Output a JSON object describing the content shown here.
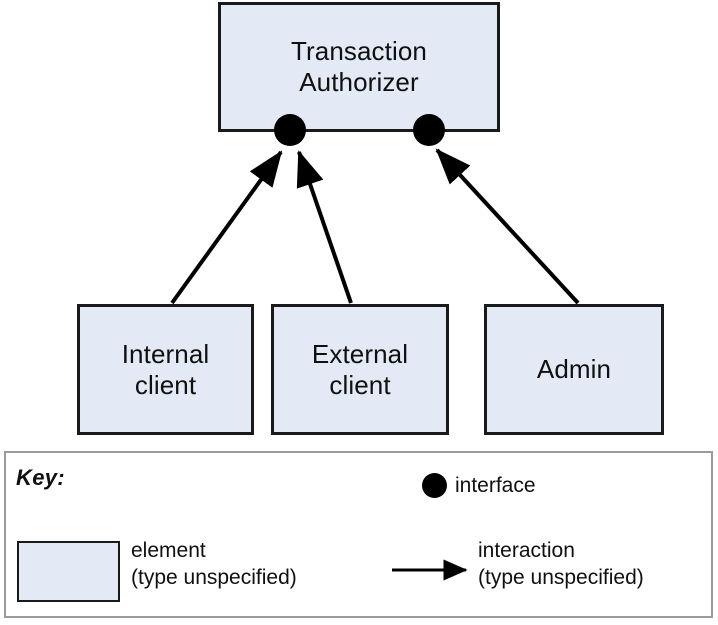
{
  "diagram": {
    "type": "component-and-connector-view",
    "nodes": [
      {
        "id": "authorizer",
        "label": "Transaction\nAuthorizer"
      },
      {
        "id": "internal-client",
        "label": "Internal\nclient"
      },
      {
        "id": "external-client",
        "label": "External\nclient"
      },
      {
        "id": "admin",
        "label": "Admin"
      }
    ],
    "interfaces": [
      {
        "id": "interface-left",
        "on": "authorizer"
      },
      {
        "id": "interface-right",
        "on": "authorizer"
      }
    ],
    "edges": [
      {
        "from": "internal-client",
        "to": "interface-left"
      },
      {
        "from": "external-client",
        "to": "interface-left"
      },
      {
        "from": "admin",
        "to": "interface-right"
      }
    ],
    "colors": {
      "element_fill": "#e3eaf5",
      "element_stroke": "#1a1a1a",
      "interface_fill": "#000000",
      "key_border": "#9a9a9a",
      "background": "#ffffff"
    }
  },
  "key": {
    "title": "Key:",
    "entries": [
      {
        "id": "element",
        "label": "element\n(type unspecified)",
        "glyph": "rectangle-swatch"
      },
      {
        "id": "interface",
        "label": "interface",
        "glyph": "filled-circle"
      },
      {
        "id": "interaction",
        "label": "interaction\n(type unspecified)",
        "glyph": "arrow"
      }
    ]
  }
}
